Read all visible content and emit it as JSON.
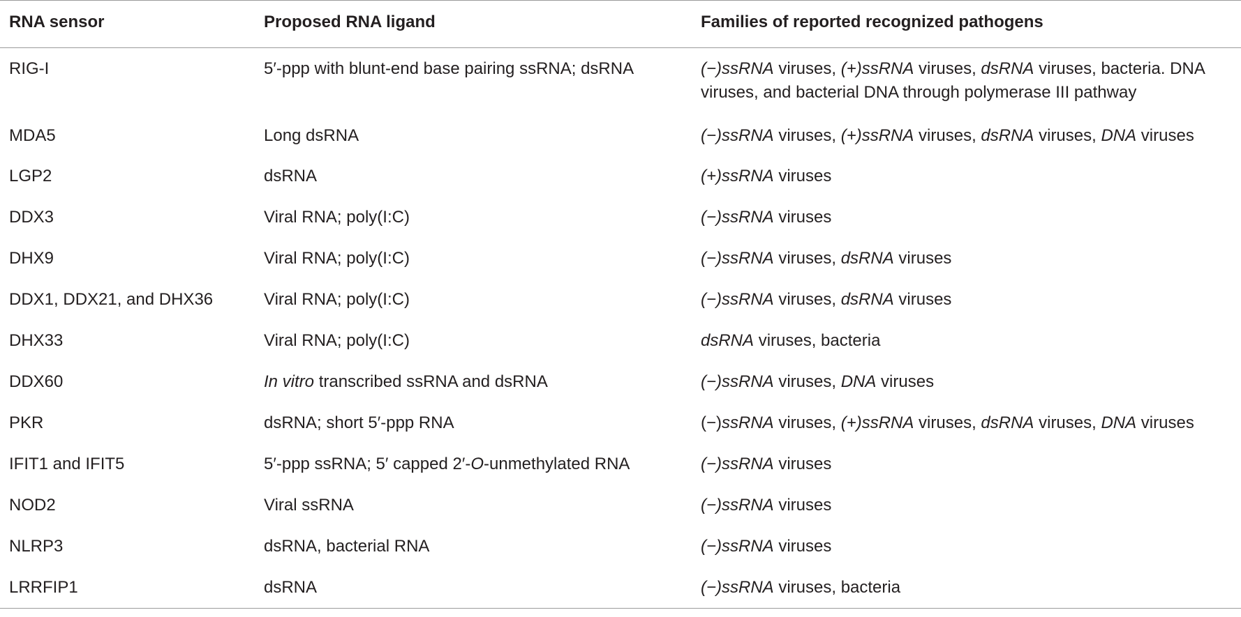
{
  "table": {
    "headers": {
      "sensor": "RNA sensor",
      "ligand": "Proposed RNA ligand",
      "pathogens": "Families of reported recognized pathogens"
    },
    "rows": [
      {
        "sensor": "RIG-I",
        "ligand": [
          {
            "t": "5′-ppp with blunt-end base pairing ssRNA; dsRNA",
            "i": false
          }
        ],
        "pathogens": [
          {
            "t": "(−)ssRNA",
            "i": true
          },
          {
            "t": " viruses, ",
            "i": false
          },
          {
            "t": "(+)ssRNA",
            "i": true
          },
          {
            "t": " viruses, ",
            "i": false
          },
          {
            "t": "dsRNA",
            "i": true
          },
          {
            "t": " viruses, bacteria. DNA viruses, and bacterial DNA through polymerase III pathway",
            "i": false
          }
        ]
      },
      {
        "sensor": "MDA5",
        "ligand": [
          {
            "t": "Long dsRNA",
            "i": false
          }
        ],
        "pathogens": [
          {
            "t": "(−)ssRNA",
            "i": true
          },
          {
            "t": " viruses, ",
            "i": false
          },
          {
            "t": "(+)ssRNA",
            "i": true
          },
          {
            "t": " viruses, ",
            "i": false
          },
          {
            "t": "dsRNA",
            "i": true
          },
          {
            "t": " viruses, ",
            "i": false
          },
          {
            "t": "DNA",
            "i": true
          },
          {
            "t": " viruses",
            "i": false
          }
        ]
      },
      {
        "sensor": "LGP2",
        "ligand": [
          {
            "t": "dsRNA",
            "i": false
          }
        ],
        "pathogens": [
          {
            "t": "(+)ssRNA",
            "i": true
          },
          {
            "t": " viruses",
            "i": false
          }
        ]
      },
      {
        "sensor": "DDX3",
        "ligand": [
          {
            "t": "Viral RNA; poly(I:C)",
            "i": false
          }
        ],
        "pathogens": [
          {
            "t": "(−)ssRNA",
            "i": true
          },
          {
            "t": " viruses",
            "i": false
          }
        ]
      },
      {
        "sensor": "DHX9",
        "ligand": [
          {
            "t": "Viral RNA; poly(I:C)",
            "i": false
          }
        ],
        "pathogens": [
          {
            "t": "(−)ssRNA",
            "i": true
          },
          {
            "t": " viruses, ",
            "i": false
          },
          {
            "t": "dsRNA",
            "i": true
          },
          {
            "t": " viruses",
            "i": false
          }
        ]
      },
      {
        "sensor": "DDX1, DDX21, and DHX36",
        "ligand": [
          {
            "t": "Viral RNA; poly(I:C)",
            "i": false
          }
        ],
        "pathogens": [
          {
            "t": "(−)ssRNA",
            "i": true
          },
          {
            "t": " viruses, ",
            "i": false
          },
          {
            "t": "dsRNA",
            "i": true
          },
          {
            "t": " viruses",
            "i": false
          }
        ]
      },
      {
        "sensor": "DHX33",
        "ligand": [
          {
            "t": "Viral RNA; poly(I:C)",
            "i": false
          }
        ],
        "pathogens": [
          {
            "t": "dsRNA",
            "i": true
          },
          {
            "t": " viruses, bacteria",
            "i": false
          }
        ]
      },
      {
        "sensor": "DDX60",
        "ligand": [
          {
            "t": "In vitro",
            "i": true
          },
          {
            "t": " transcribed ssRNA and dsRNA",
            "i": false
          }
        ],
        "pathogens": [
          {
            "t": "(−)ssRNA",
            "i": true
          },
          {
            "t": " viruses, ",
            "i": false
          },
          {
            "t": "DNA",
            "i": true
          },
          {
            "t": " viruses",
            "i": false
          }
        ]
      },
      {
        "sensor": "PKR",
        "ligand": [
          {
            "t": "dsRNA; short 5′-ppp RNA",
            "i": false
          }
        ],
        "pathogens": [
          {
            "t": "(−)",
            "i": false
          },
          {
            "t": "ssRNA",
            "i": true
          },
          {
            "t": " viruses, ",
            "i": false
          },
          {
            "t": "(+)ssRNA",
            "i": true
          },
          {
            "t": " viruses, ",
            "i": false
          },
          {
            "t": "dsRNA",
            "i": true
          },
          {
            "t": " viruses, ",
            "i": false
          },
          {
            "t": "DNA",
            "i": true
          },
          {
            "t": " viruses",
            "i": false
          }
        ]
      },
      {
        "sensor": "IFIT1 and IFIT5",
        "ligand": [
          {
            "t": "5′-ppp ssRNA; 5′ capped 2′-",
            "i": false
          },
          {
            "t": "O",
            "i": true
          },
          {
            "t": "-unmethylated RNA",
            "i": false
          }
        ],
        "pathogens": [
          {
            "t": "(−)ssRNA",
            "i": true
          },
          {
            "t": " viruses",
            "i": false
          }
        ]
      },
      {
        "sensor": "NOD2",
        "ligand": [
          {
            "t": "Viral ssRNA",
            "i": false
          }
        ],
        "pathogens": [
          {
            "t": "(−)ssRNA",
            "i": true
          },
          {
            "t": " viruses",
            "i": false
          }
        ]
      },
      {
        "sensor": "NLRP3",
        "ligand": [
          {
            "t": "dsRNA, bacterial RNA",
            "i": false
          }
        ],
        "pathogens": [
          {
            "t": "(−)ssRNA",
            "i": true
          },
          {
            "t": " viruses",
            "i": false
          }
        ]
      },
      {
        "sensor": "LRRFIP1",
        "ligand": [
          {
            "t": "dsRNA",
            "i": false
          }
        ],
        "pathogens": [
          {
            "t": "(−)ssRNA",
            "i": true
          },
          {
            "t": " viruses, bacteria",
            "i": false
          }
        ]
      }
    ]
  }
}
